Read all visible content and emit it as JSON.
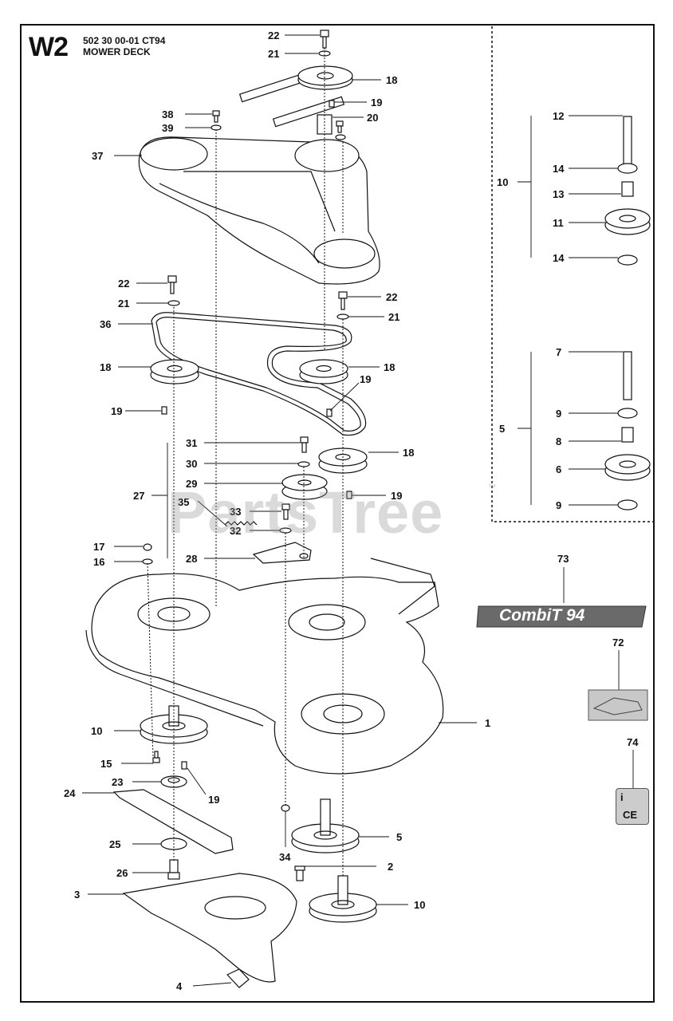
{
  "header": {
    "code": "W2",
    "part_line": "502 30 00-01  CT94",
    "title": "MOWER DECK"
  },
  "watermark": "PartsTree",
  "trademark": "™",
  "badge_text": "CombiT 94",
  "ce_mark": "CE",
  "info_icon": "i",
  "callouts": {
    "c22a": "22",
    "c21a": "21",
    "c18a": "18",
    "c19a": "19",
    "c20": "20",
    "c38": "38",
    "c39": "39",
    "c37": "37",
    "c22b": "22",
    "c21b": "21",
    "c22c": "22",
    "c21c": "21",
    "c36": "36",
    "c18b": "18",
    "c18c": "18",
    "c19b": "19",
    "c19c": "19",
    "c31": "31",
    "c30": "30",
    "c27": "27",
    "c29": "29",
    "c18d": "18",
    "c35": "35",
    "c19d": "19",
    "c33": "33",
    "c32": "32",
    "c17": "17",
    "c16": "16",
    "c28": "28",
    "c1": "1",
    "c10a": "10",
    "c15": "15",
    "c23": "23",
    "c19e": "19",
    "c24": "24",
    "c25": "25",
    "c26": "26",
    "c34": "34",
    "c5a": "5",
    "c2": "2",
    "c3": "3",
    "c10b": "10",
    "c4": "4",
    "c12": "12",
    "c14a": "14",
    "c10c": "10",
    "c13": "13",
    "c11": "11",
    "c14b": "14",
    "c7": "7",
    "c9a": "9",
    "c5b": "5",
    "c8": "8",
    "c6": "6",
    "c9b": "9",
    "c73": "73",
    "c72": "72",
    "c74": "74"
  },
  "colors": {
    "line": "#111111",
    "part_fill": "#ffffff",
    "badge_fill": "#666666",
    "decal_fill": "#bdbdbd"
  }
}
